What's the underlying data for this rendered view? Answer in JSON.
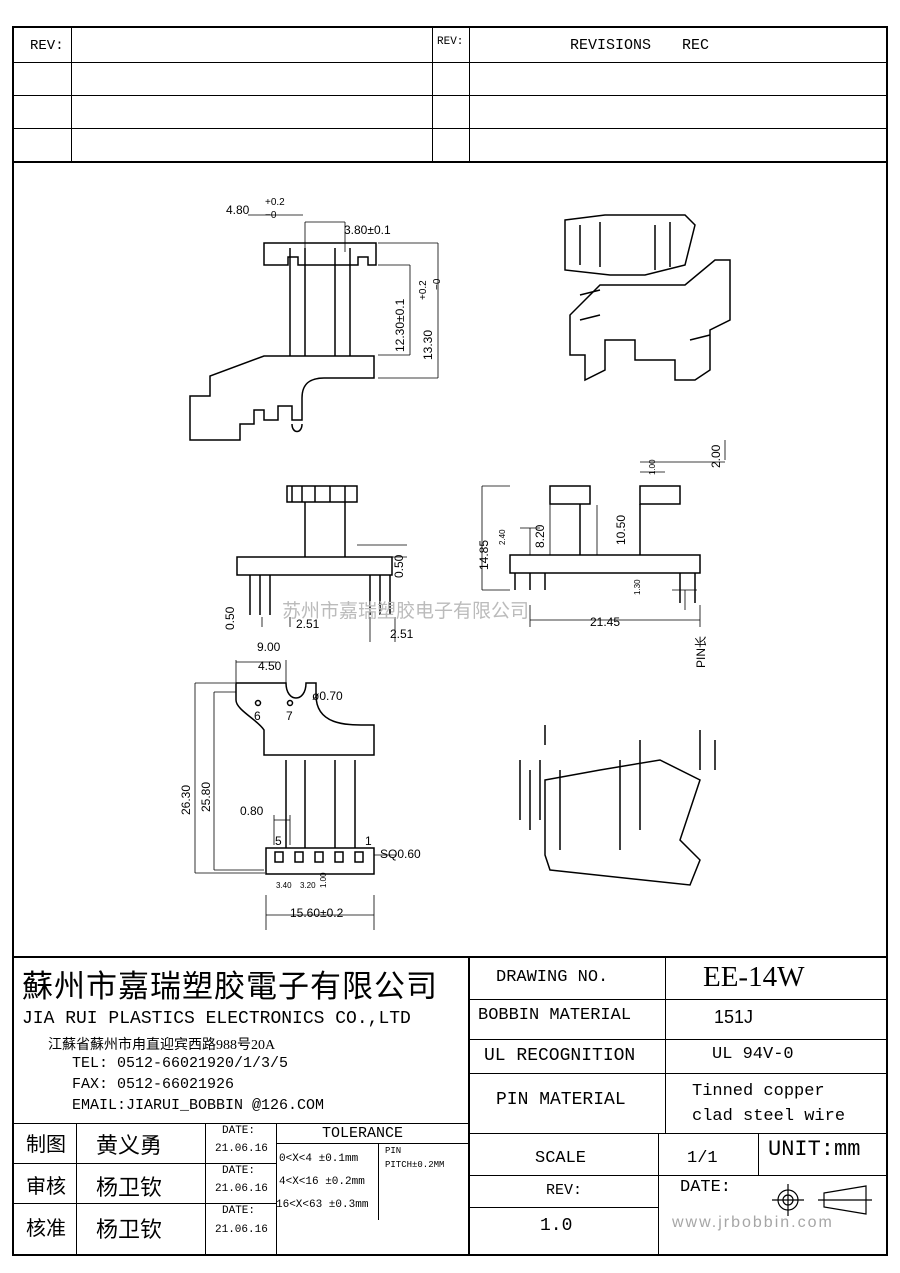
{
  "revision_block": {
    "rev_label_left": "REV:",
    "rev_label_right": "REV:",
    "revisions_label": "REVISIONS",
    "rec_label": "REC"
  },
  "drawing": {
    "dim_g2": "4.80",
    "dim_g2_tol_top": "+0.2",
    "dim_g2_tol_bot": "−0",
    "dim_g1": "3.80±0.1",
    "dim_h1": "12.30±0.1",
    "dim_h2": "13.30",
    "dim_h2_tol_top": "+0.2",
    "dim_h2_tol_bot": "−0",
    "dim_front_050a": "0.50",
    "dim_front_050b": "0.50",
    "dim_front_251a": "2.51",
    "dim_front_251b": "2.51",
    "dim_side_200": "2.00",
    "dim_side_100": "1.00",
    "dim_side_1485": "14.85",
    "dim_side_240": "2.40",
    "dim_side_820": "8.20",
    "dim_side_1050": "10.50",
    "dim_side_130": "1.30",
    "dim_side_2145": "21.45",
    "dim_side_pink": "PIN长",
    "dim_bot_900": "9.00",
    "dim_bot_450": "4.50",
    "dim_bot_phi": "ø0.70",
    "dim_bot_pin6": "6",
    "dim_bot_pin7": "7",
    "dim_bot_2630": "26.30",
    "dim_bot_2580": "25.80",
    "dim_bot_080": "0.80",
    "dim_bot_pin5": "5",
    "dim_bot_pin1": "1",
    "dim_bot_sq": "SQ0.60",
    "dim_bot_340": "3.40",
    "dim_bot_320": "3.20",
    "dim_bot_100": "1.00",
    "dim_bot_1560": "15.60±0.2",
    "watermark": "苏州市嘉瑞塑胶电子有限公司"
  },
  "company": {
    "name_cn": "蘇州市嘉瑞塑胶電子有限公司",
    "name_en": "JIA RUI PLASTICS ELECTRONICS CO.,LTD",
    "address": "江蘇省蘇州市甪直迎宾西路988号20A",
    "tel": "TEL:  0512-66021920/1/3/5",
    "fax": "FAX:  0512-66021926",
    "email": "EMAIL:JIARUI_BOBBIN @126.COM"
  },
  "signatures": [
    {
      "role": "制图",
      "name": "黄义勇",
      "date_label": "DATE:",
      "date": "21.06.16"
    },
    {
      "role": "审核",
      "name": "杨卫钦",
      "date_label": "DATE:",
      "date": "21.06.16"
    },
    {
      "role": "核准",
      "name": "杨卫钦",
      "date_label": "DATE:",
      "date": "21.06.16"
    }
  ],
  "tolerance": {
    "title": "TOLERANCE",
    "rows": [
      "0<X<4  ±0.1mm",
      "4<X<16 ±0.2mm",
      "16<X<63 ±0.3mm"
    ],
    "pin_label": "PIN",
    "pin_pitch": "PITCH±0.2MM"
  },
  "specs": {
    "drawing_no_label": "DRAWING   NO.",
    "drawing_no": "EE-14W",
    "bobbin_material_label": "BOBBIN  MATERIAL",
    "bobbin_material": "151J",
    "ul_label": "UL RECOGNITION",
    "ul_value": "UL 94V-0",
    "pin_material_label": "PIN MATERIAL",
    "pin_material_1": "Tinned copper",
    "pin_material_2": "clad steel wire",
    "scale_label": "SCALE",
    "scale_value": "1/1",
    "unit": "UNIT:mm",
    "rev_label": "REV:",
    "rev_value": "1.0",
    "date_label": "DATE:",
    "website": "www.jrbobbin.com"
  }
}
